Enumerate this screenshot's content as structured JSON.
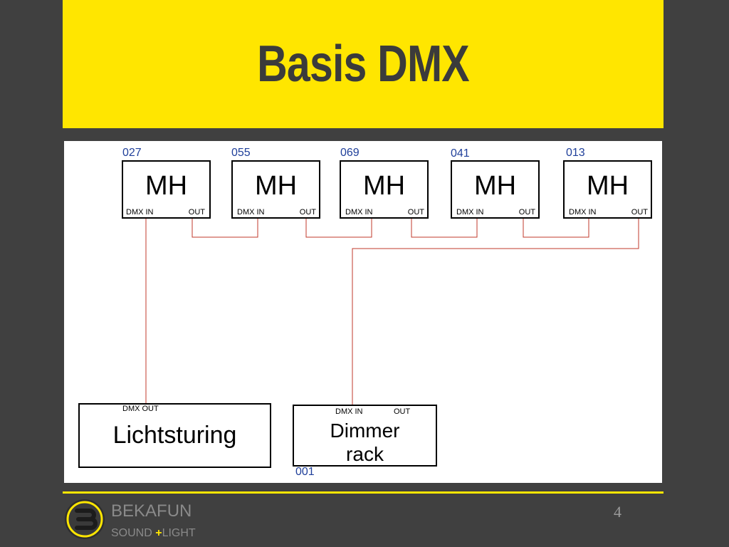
{
  "slide": {
    "title": "Basis DMX",
    "number": "4"
  },
  "diagram": {
    "moving_heads": [
      {
        "address": "027",
        "label": "MH",
        "in_port": "DMX IN",
        "out_port": "OUT"
      },
      {
        "address": "055",
        "label": "MH",
        "in_port": "DMX IN",
        "out_port": "OUT"
      },
      {
        "address": "069",
        "label": "MH",
        "in_port": "DMX IN",
        "out_port": "OUT"
      },
      {
        "address": "041",
        "label": "MH",
        "in_port": "DMX IN",
        "out_port": "OUT"
      },
      {
        "address": "013",
        "label": "MH",
        "in_port": "DMX IN",
        "out_port": "OUT"
      }
    ],
    "controller": {
      "label": "Lichtsturing",
      "out_port": "DMX OUT"
    },
    "dimmer": {
      "address": "001",
      "label_line1": "Dimmer",
      "label_line2": "rack",
      "in_port": "DMX IN",
      "out_port": "OUT"
    },
    "cable_color": "#c0392b"
  },
  "footer": {
    "brand": "BEKAFUN",
    "tagline_left": "SOUND ",
    "tagline_plus": "+",
    "tagline_right": "LIGHT"
  },
  "colors": {
    "accent": "#ffe600",
    "background": "#404040",
    "title_text": "#3b3b3b",
    "address_text": "#1f3f9a"
  }
}
